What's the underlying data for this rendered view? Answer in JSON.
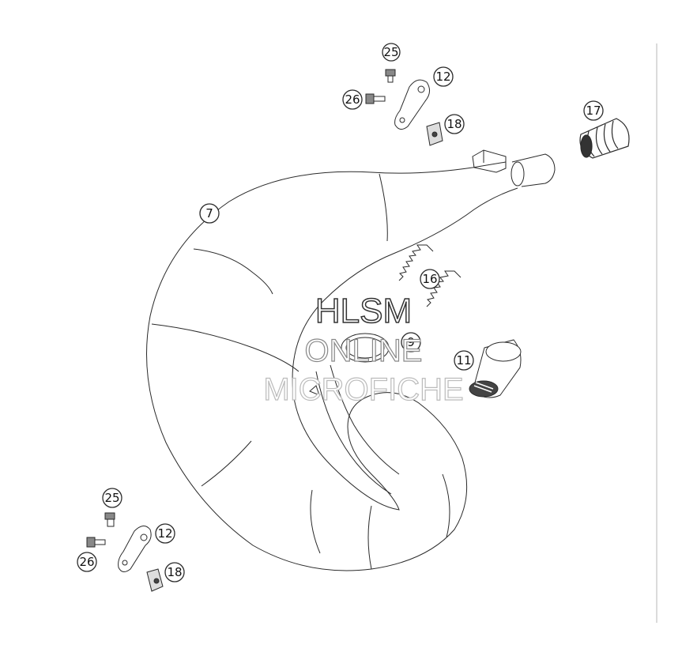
{
  "callouts": {
    "c25_top": "25",
    "c12_top": "12",
    "c26_top": "26",
    "c18_top": "18",
    "c17": "17",
    "c7": "7",
    "c16": "16",
    "c9": "9",
    "c11": "11",
    "c25_bottom": "25",
    "c12_bottom": "12",
    "c26_bottom": "26",
    "c18_bottom": "18"
  },
  "watermark": {
    "line1": "HLSM",
    "line2": "ONLINE",
    "line3": "MICROFICHE"
  },
  "colors": {
    "line": "#2a2a2a",
    "watermark_fill": "#ffffff",
    "watermark_stroke": "#333333",
    "watermark_faint": "#bbbbbb"
  }
}
